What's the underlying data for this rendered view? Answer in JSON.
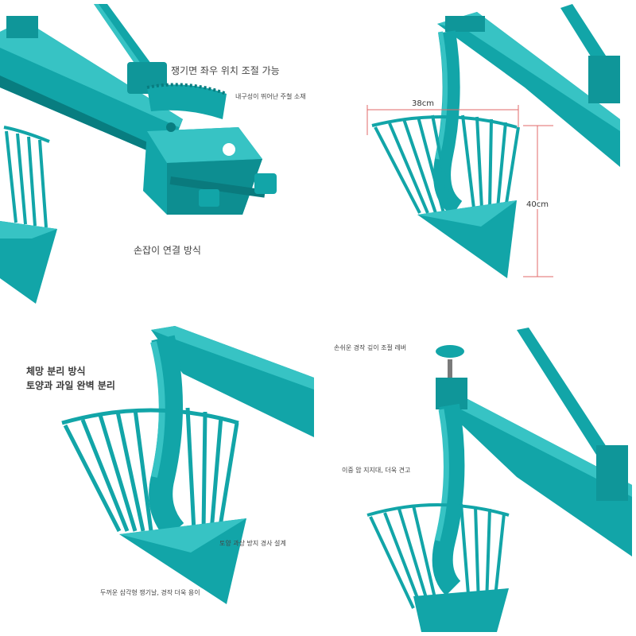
{
  "colors": {
    "teal": "#12a5a8",
    "teal_dark": "#087d80",
    "teal_light": "#37c3c4",
    "dimension_line": "#e06a6a",
    "text": "#444444"
  },
  "panels": {
    "top_left": {
      "caption_adjust": "쟁기면 좌우 위치 조절 가능",
      "caption_material": "내구성이 뛰어난 주철 소재",
      "caption_handle": "손잡이 연결 방식"
    },
    "top_right": {
      "width_label": "38cm",
      "height_label": "40cm"
    },
    "bottom_left": {
      "caption_line1": "체망 분리 방식",
      "caption_line2": "토양과 과일 완벽 분리",
      "caption_slope": "토양 과상 방지 경사 설계",
      "caption_blade": "두꺼운 삼각형 쟁기날, 경작 더욱 용이"
    },
    "bottom_right": {
      "caption_lever": "손쉬운 경작 깊이 조절 레버",
      "caption_support": "이중 암 지지대, 더욱 견고"
    }
  }
}
